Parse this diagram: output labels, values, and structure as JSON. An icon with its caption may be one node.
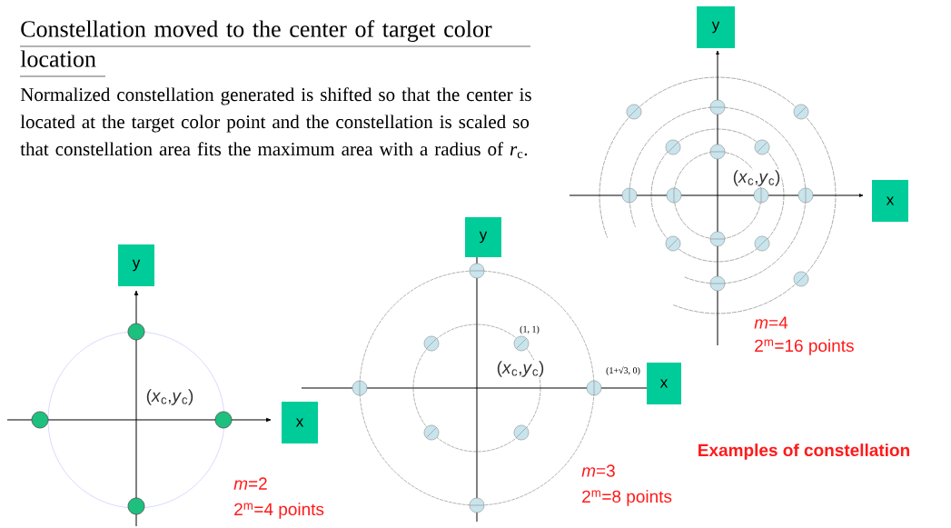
{
  "diagram": {
    "title": "Constellation moved to the center of target color location",
    "nodes": [
      {
        "text": [
          "y"
        ]
      },
      {
        "text": [
          "x"
        ]
      },
      {
        "text": [
          "y"
        ]
      },
      {
        "text": [
          "y"
        ]
      },
      {
        "text": [
          "x"
        ]
      },
      {
        "text": [
          "x"
        ]
      }
    ],
    "labels": [
      "Normalized constellation generated is shifted so that the center is located at the target color point and the constellation is scaled so that constellation area fits the maximum area with a radius of *r*$_{c}$.",
      "(*x*$_{c}$,*y*$_{c}$)",
      "*m*=4",
      "2$^{m}$=16 points",
      "(1, 1)",
      "(*x*$_{c}$,*y*$_{c}$)",
      "(1+√3, 0)",
      "(*x*$_{c}$,*y*$_{c}$)",
      "Examples of constellation",
      "*m*=2",
      "*m*=3",
      "2$^{m}$=4 points",
      "2$^{m}$=8 points"
    ]
  }
}
